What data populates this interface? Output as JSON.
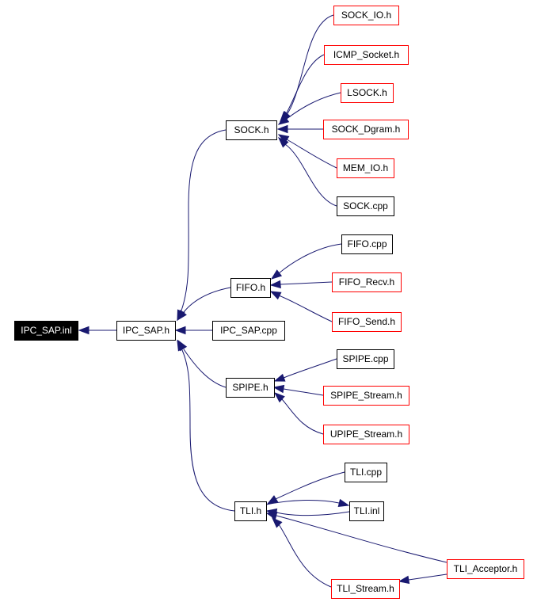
{
  "graph": {
    "colors": {
      "edge": "#191970",
      "root_fill": "#000000",
      "root_text": "#ffffff",
      "normal_border": "#000000",
      "red_border": "#ff0000",
      "node_fill": "#ffffff",
      "node_text": "#000000"
    },
    "nodes": [
      {
        "id": "ipc_sap_inl",
        "label": "IPC_SAP.inl",
        "style": "root"
      },
      {
        "id": "ipc_sap_h",
        "label": "IPC_SAP.h",
        "style": "normal"
      },
      {
        "id": "ipc_sap_cpp",
        "label": "IPC_SAP.cpp",
        "style": "normal"
      },
      {
        "id": "sock_h",
        "label": "SOCK.h",
        "style": "normal"
      },
      {
        "id": "fifo_h",
        "label": "FIFO.h",
        "style": "normal"
      },
      {
        "id": "spipe_h",
        "label": "SPIPE.h",
        "style": "normal"
      },
      {
        "id": "tli_h",
        "label": "TLI.h",
        "style": "normal"
      },
      {
        "id": "sock_io_h",
        "label": "SOCK_IO.h",
        "style": "red"
      },
      {
        "id": "icmp_socket_h",
        "label": "ICMP_Socket.h",
        "style": "red"
      },
      {
        "id": "lsock_h",
        "label": "LSOCK.h",
        "style": "red"
      },
      {
        "id": "sock_dgram_h",
        "label": "SOCK_Dgram.h",
        "style": "red"
      },
      {
        "id": "mem_io_h",
        "label": "MEM_IO.h",
        "style": "red"
      },
      {
        "id": "sock_cpp",
        "label": "SOCK.cpp",
        "style": "normal"
      },
      {
        "id": "fifo_cpp",
        "label": "FIFO.cpp",
        "style": "normal"
      },
      {
        "id": "fifo_recv_h",
        "label": "FIFO_Recv.h",
        "style": "red"
      },
      {
        "id": "fifo_send_h",
        "label": "FIFO_Send.h",
        "style": "red"
      },
      {
        "id": "spipe_cpp",
        "label": "SPIPE.cpp",
        "style": "normal"
      },
      {
        "id": "spipe_stream_h",
        "label": "SPIPE_Stream.h",
        "style": "red"
      },
      {
        "id": "upipe_stream_h",
        "label": "UPIPE_Stream.h",
        "style": "red"
      },
      {
        "id": "tli_cpp",
        "label": "TLI.cpp",
        "style": "normal"
      },
      {
        "id": "tli_inl",
        "label": "TLI.inl",
        "style": "normal"
      },
      {
        "id": "tli_acceptor_h",
        "label": "TLI_Acceptor.h",
        "style": "red"
      },
      {
        "id": "tli_stream_h",
        "label": "TLI_Stream.h",
        "style": "red"
      }
    ],
    "edges": [
      {
        "from": "ipc_sap_h",
        "to": "ipc_sap_inl"
      },
      {
        "from": "ipc_sap_cpp",
        "to": "ipc_sap_h"
      },
      {
        "from": "sock_h",
        "to": "ipc_sap_h"
      },
      {
        "from": "fifo_h",
        "to": "ipc_sap_h"
      },
      {
        "from": "spipe_h",
        "to": "ipc_sap_h"
      },
      {
        "from": "tli_h",
        "to": "ipc_sap_h"
      },
      {
        "from": "sock_io_h",
        "to": "sock_h"
      },
      {
        "from": "icmp_socket_h",
        "to": "sock_h"
      },
      {
        "from": "lsock_h",
        "to": "sock_h"
      },
      {
        "from": "sock_dgram_h",
        "to": "sock_h"
      },
      {
        "from": "mem_io_h",
        "to": "sock_h"
      },
      {
        "from": "sock_cpp",
        "to": "sock_h"
      },
      {
        "from": "fifo_cpp",
        "to": "fifo_h"
      },
      {
        "from": "fifo_recv_h",
        "to": "fifo_h"
      },
      {
        "from": "fifo_send_h",
        "to": "fifo_h"
      },
      {
        "from": "spipe_cpp",
        "to": "spipe_h"
      },
      {
        "from": "spipe_stream_h",
        "to": "spipe_h"
      },
      {
        "from": "upipe_stream_h",
        "to": "spipe_h"
      },
      {
        "from": "tli_cpp",
        "to": "tli_h"
      },
      {
        "from": "tli_inl",
        "to": "tli_h"
      },
      {
        "from": "tli_h",
        "to": "tli_inl"
      },
      {
        "from": "tli_acceptor_h",
        "to": "tli_h"
      },
      {
        "from": "tli_stream_h",
        "to": "tli_h"
      },
      {
        "from": "tli_acceptor_h",
        "to": "tli_stream_h"
      }
    ]
  }
}
